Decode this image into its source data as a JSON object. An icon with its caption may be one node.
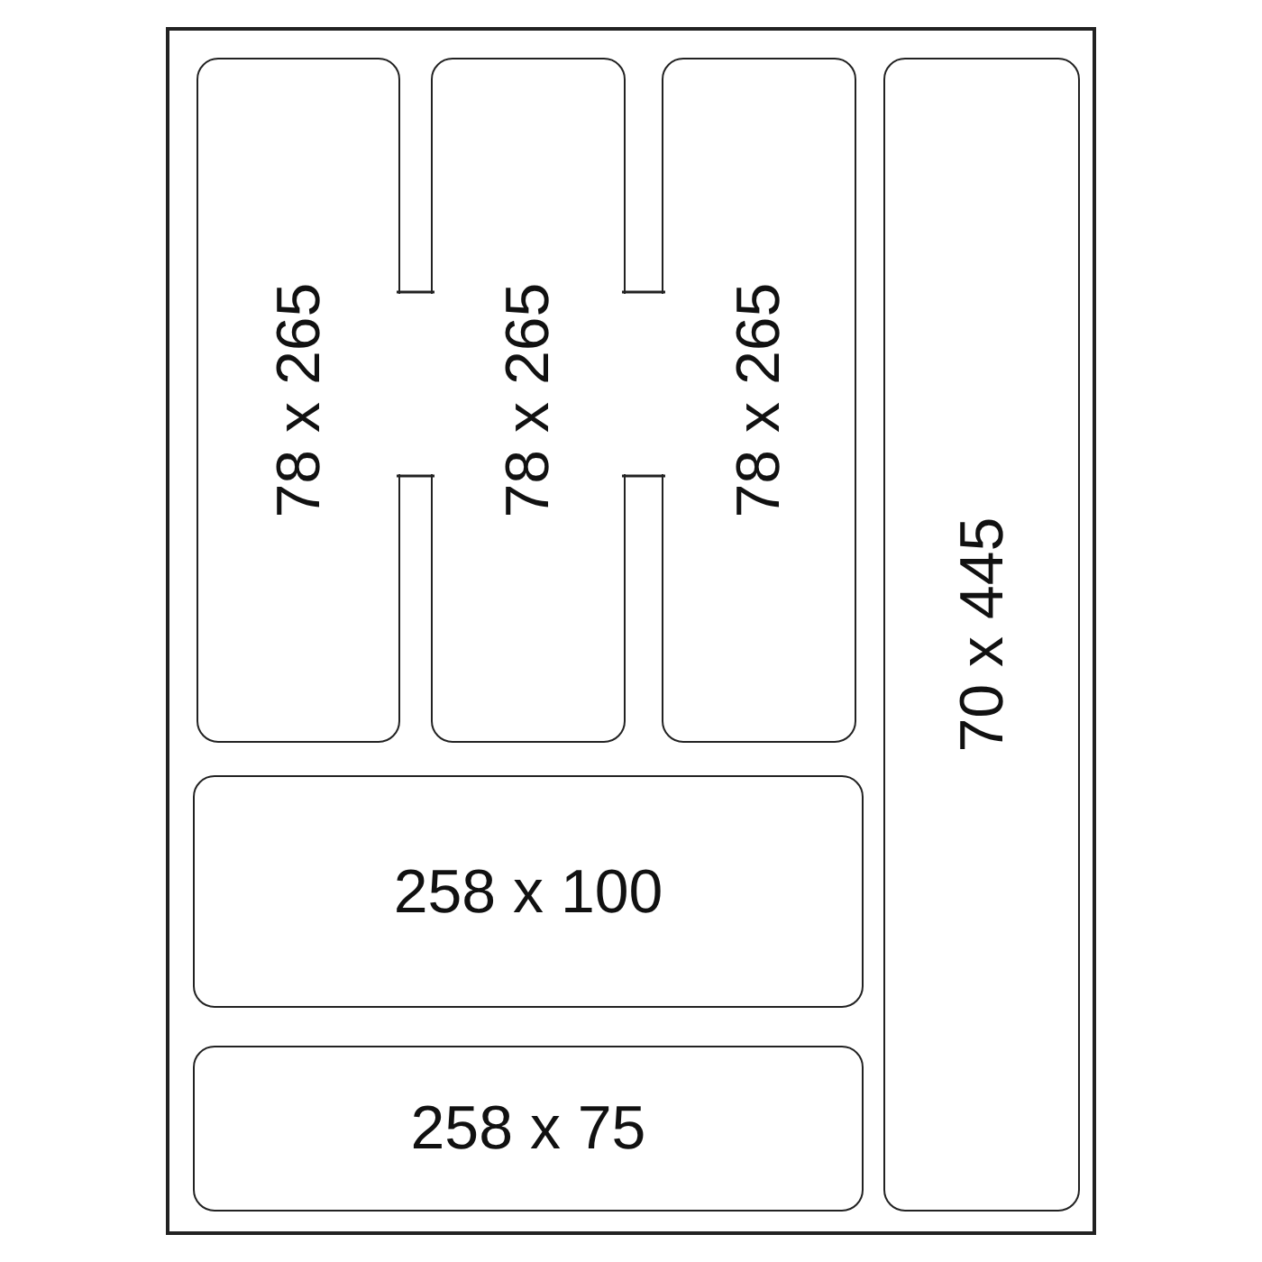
{
  "diagram": {
    "nodes": [
      {
        "text": [],
        "shape": "box"
      },
      {
        "text": [
          "78 x 265"
        ],
        "in": 0
      },
      {
        "text": [
          "78 x 265"
        ],
        "in": 0
      },
      {
        "text": [
          "78 x 265"
        ],
        "in": 0
      },
      {
        "text": [
          "70 x 445"
        ],
        "in": 0
      },
      {
        "text": [
          "258 x 100"
        ],
        "in": 0
      },
      {
        "text": [
          "258 x 75"
        ],
        "in": 0
      }
    ],
    "edges": []
  }
}
